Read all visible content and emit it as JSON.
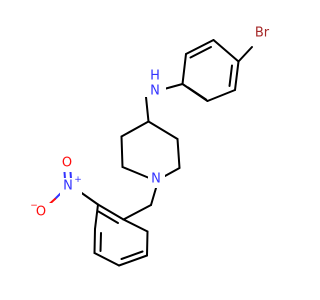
{
  "molecule": {
    "atoms": {
      "br": {
        "symbol": "Br",
        "color": "#a62929"
      },
      "nh": {
        "symbol": "N",
        "color": "#3333ff"
      },
      "h_on_nh": {
        "symbol": "H",
        "color": "#3333ff"
      },
      "n_ring": {
        "symbol": "N",
        "color": "#3333ff"
      },
      "n_nitro": {
        "symbol": "N",
        "color": "#3333ff"
      },
      "n_nitro_charge": {
        "symbol": "+",
        "color": "#3333ff"
      },
      "o_nitro_minus": {
        "symbol": "O",
        "color": "#ff0d0d"
      },
      "o_minus_charge": {
        "symbol": "−",
        "color": "#ff0d0d"
      },
      "o_nitro_double": {
        "symbol": "O",
        "color": "#ff0d0d"
      }
    }
  }
}
